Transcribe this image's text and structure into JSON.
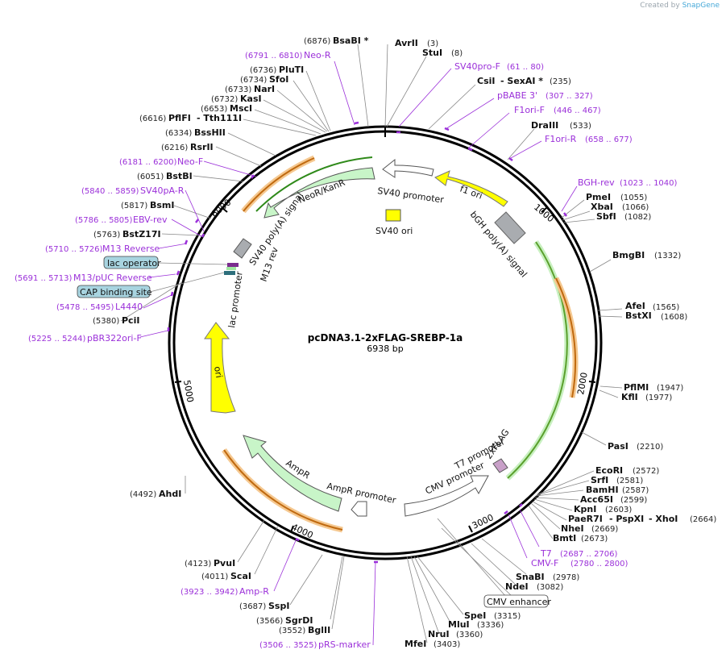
{
  "credit": {
    "prefix": "Created by",
    "brand": "SnapGene"
  },
  "plasmid": {
    "name": "pcDNA3.1-2xFLAG-SREBP-1a",
    "size": "6938 bp"
  },
  "ticks": [
    "1000",
    "2000",
    "3000",
    "4000",
    "5000",
    "6000"
  ],
  "sites_right": [
    {
      "name": "AvrII",
      "pos": "(3)"
    },
    {
      "name": "StuI",
      "pos": "(8)"
    },
    {
      "name": "CsiI",
      "pos": ""
    },
    {
      "name": "- SexAI *",
      "pos": "(235)"
    },
    {
      "name": "DraIII",
      "pos": "(533)"
    },
    {
      "name": "PmeI",
      "pos": "(1055)"
    },
    {
      "name": "XbaI",
      "pos": "(1066)"
    },
    {
      "name": "SbfI",
      "pos": "(1082)"
    },
    {
      "name": "BmgBI",
      "pos": "(1332)"
    },
    {
      "name": "AfeI",
      "pos": "(1565)"
    },
    {
      "name": "BstXI",
      "pos": "(1608)"
    },
    {
      "name": "PflMI",
      "pos": "(1947)"
    },
    {
      "name": "KflI",
      "pos": "(1977)"
    },
    {
      "name": "PasI",
      "pos": "(2210)"
    },
    {
      "name": "EcoRI",
      "pos": "(2572)"
    },
    {
      "name": "SrfI",
      "pos": "(2581)"
    },
    {
      "name": "BamHI",
      "pos": "(2587)"
    },
    {
      "name": "Acc65I",
      "pos": "(2599)"
    },
    {
      "name": "KpnI",
      "pos": "(2603)"
    },
    {
      "name": "PaeR7I",
      "pos": ""
    },
    {
      "name": "- PspXI",
      "pos": ""
    },
    {
      "name": "- XhoI",
      "pos": "(2664)"
    },
    {
      "name": "NheI",
      "pos": "(2669)"
    },
    {
      "name": "BmtI",
      "pos": "(2673)"
    },
    {
      "name": "SnaBI",
      "pos": "(2978)"
    },
    {
      "name": "NdeI",
      "pos": "(3082)"
    },
    {
      "name": "SpeI",
      "pos": "(3315)"
    },
    {
      "name": "MluI",
      "pos": "(3336)"
    },
    {
      "name": "NruI",
      "pos": "(3360)"
    },
    {
      "name": "MfeI",
      "pos": "(3403)"
    }
  ],
  "sites_left": [
    {
      "name": "BsaBI *",
      "pos": "(6876)"
    },
    {
      "name": "PluTI",
      "pos": "(6736)"
    },
    {
      "name": "SfoI",
      "pos": "(6734)"
    },
    {
      "name": "NarI",
      "pos": "(6733)"
    },
    {
      "name": "KasI",
      "pos": "(6732)"
    },
    {
      "name": "MscI",
      "pos": "(6653)"
    },
    {
      "name": "PflFI",
      "pos": "(6616)"
    },
    {
      "name": "- Tth111I",
      "pos": ""
    },
    {
      "name": "BssHII",
      "pos": "(6334)"
    },
    {
      "name": "RsrII",
      "pos": "(6216)"
    },
    {
      "name": "BstBI",
      "pos": "(6051)"
    },
    {
      "name": "BsmI",
      "pos": "(5817)"
    },
    {
      "name": "BstZ17I",
      "pos": "(5763)"
    },
    {
      "name": "PciI",
      "pos": "(5380)"
    },
    {
      "name": "AhdI",
      "pos": "(4492)"
    },
    {
      "name": "PvuI",
      "pos": "(4123)"
    },
    {
      "name": "ScaI",
      "pos": "(4011)"
    },
    {
      "name": "SspI",
      "pos": "(3687)"
    },
    {
      "name": "SgrDI",
      "pos": "(3566)"
    },
    {
      "name": "BglII",
      "pos": "(3552)"
    }
  ],
  "primers": [
    {
      "name": "SV40pro-F",
      "range": "(61 .. 80)"
    },
    {
      "name": "pBABE 3'",
      "range": "(307 .. 327)"
    },
    {
      "name": "F1ori-F",
      "range": "(446 .. 467)"
    },
    {
      "name": "F1ori-R",
      "range": "(658 .. 677)"
    },
    {
      "name": "BGH-rev",
      "range": "(1023 .. 1040)"
    },
    {
      "name": "T7",
      "range": "(2687 .. 2706)"
    },
    {
      "name": "CMV-F",
      "range": "(2780 .. 2800)"
    },
    {
      "name": "pRS-marker",
      "range": "(3506 .. 3525)"
    },
    {
      "name": "Amp-R",
      "range": "(3923 .. 3942)"
    },
    {
      "name": "L4440",
      "range": "(5478 .. 5495)"
    },
    {
      "name": "pBR322ori-F",
      "range": "(5225 .. 5244)"
    },
    {
      "name": "M13/pUC Reverse",
      "range": "(5691 .. 5713)"
    },
    {
      "name": "M13 Reverse",
      "range": "(5710 .. 5726)"
    },
    {
      "name": "EBV-rev",
      "range": "(5786 .. 5805)"
    },
    {
      "name": "SV40pA-R",
      "range": "(5840 .. 5859)"
    },
    {
      "name": "Neo-F",
      "range": "(6181 .. 6200)"
    },
    {
      "name": "Neo-R",
      "range": "(6791 .. 6810)"
    }
  ],
  "boxed_features": [
    "lac operator",
    "CAP binding site",
    "CMV enhancer"
  ],
  "features": {
    "sv40_promoter": "SV40 promoter",
    "f1_ori": "f1 ori",
    "sv40_ori": "SV40 ori",
    "bgh_polya": "bGH poly(A) signal",
    "neor": "NeoR/KanR",
    "sv40_polya": "SV40 poly(A) signal",
    "m13_rev": "M13 rev",
    "lac_promoter": "lac promoter",
    "ori": "ori",
    "ampr": "AmpR",
    "ampr_promoter": "AmpR promoter",
    "cmv_promoter": "CMV promoter",
    "t7_promoter": "T7 promoter",
    "flag": "2xFLAG"
  },
  "colors": {
    "primer": "#9b30d9",
    "f1_yellow": "#ffff00",
    "neor_green": "#c8f5c8",
    "orf_orange": "#e8a040",
    "orf_green": "#5aa02c",
    "polyA_gray": "#a9acb0",
    "box_blue": "#a8d4e0"
  }
}
